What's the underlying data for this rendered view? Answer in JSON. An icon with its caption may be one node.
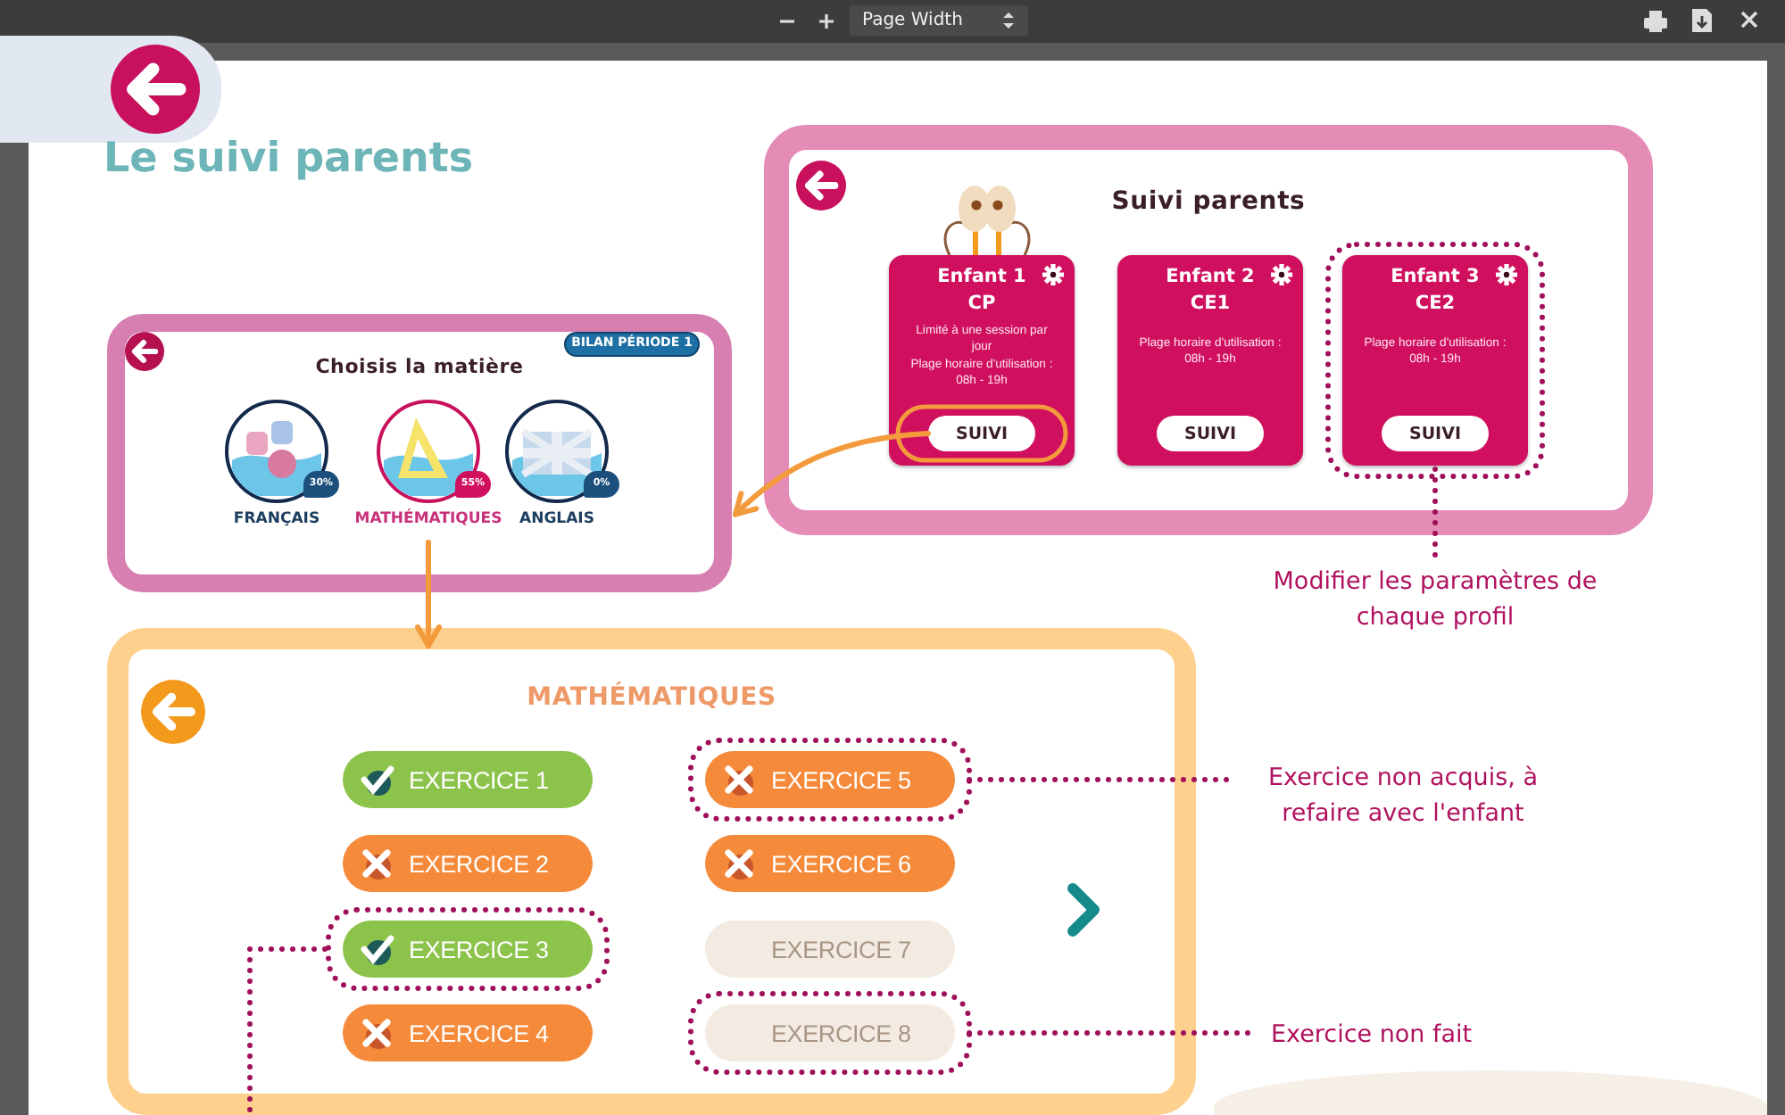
{
  "diagram": {
    "title": "Le suivi parents",
    "nodes": [
      {
        "text": [
          "Suivi parents"
        ]
      },
      {
        "text": [
          "Enfant 1",
          "CP",
          "Limité à une session par jour",
          "Plage horaire d'utilisation : 08h - 19h"
        ],
        "in": 0
      },
      {
        "text": [
          "SUIVI"
        ],
        "in": 1
      },
      {
        "text": [
          "Enfant 2",
          "CE1",
          "Plage horaire d'utilisation : 08h - 19h"
        ],
        "in": 0
      },
      {
        "text": [
          "SUIVI"
        ],
        "in": 3
      },
      {
        "text": [
          "Enfant 3",
          "CE2",
          "Plage horaire d'utilisation : 08h - 19h"
        ],
        "in": 0
      },
      {
        "text": [
          "SUIVI"
        ],
        "in": 5
      },
      {
        "text": [
          "Choisis la matière"
        ]
      },
      {
        "text": [
          "BILAN PÉRIODE 1"
        ],
        "in": 7
      },
      {
        "text": [
          "30%",
          "FRANÇAIS"
        ],
        "in": 7
      },
      {
        "text": [
          "55%",
          "MATHÉMATIQUES"
        ],
        "in": 7
      },
      {
        "text": [
          "0%",
          "ANGLAIS"
        ],
        "in": 7
      },
      {
        "text": [
          "MATHÉMATIQUES"
        ]
      },
      {
        "text": [
          "EXERCICE 1"
        ],
        "in": 12
      },
      {
        "text": [
          "EXERCICE 2"
        ],
        "in": 12
      },
      {
        "text": [
          "EXERCICE 3"
        ],
        "in": 12
      },
      {
        "text": [
          "EXERCICE 4"
        ],
        "in": 12
      },
      {
        "text": [
          "EXERCICE 5"
        ],
        "in": 12
      },
      {
        "text": [
          "EXERCICE 6"
        ],
        "in": 12
      },
      {
        "text": [
          "EXERCICE 7"
        ],
        "in": 12
      },
      {
        "text": [
          "EXERCICE 8"
        ],
        "in": 12
      },
      {
        "text": [
          "Modifier les paramètres de chaque profil"
        ]
      },
      {
        "text": [
          "Exercice non acquis, à refaire avec l'enfant"
        ]
      },
      {
        "text": [
          "Exercice non fait"
        ]
      }
    ],
    "edges": [
      {
        "from": 2,
        "to": 7,
        "arrow": "to",
        "color": "#f39a3d"
      },
      {
        "from": 10,
        "to": 12,
        "arrow": "to",
        "color": "#f39a3d"
      },
      {
        "from": 5,
        "to": 21,
        "arrow": "none",
        "style": "dashed"
      },
      {
        "from": 17,
        "to": 22,
        "arrow": "none",
        "style": "dashed"
      },
      {
        "from": 20,
        "to": 23,
        "arrow": "none",
        "style": "dashed"
      },
      {
        "from": 15,
        "to": null,
        "arrow": "none",
        "style": "dashed"
      }
    ],
    "labels": [
      "Page Width"
    ]
  }
}
